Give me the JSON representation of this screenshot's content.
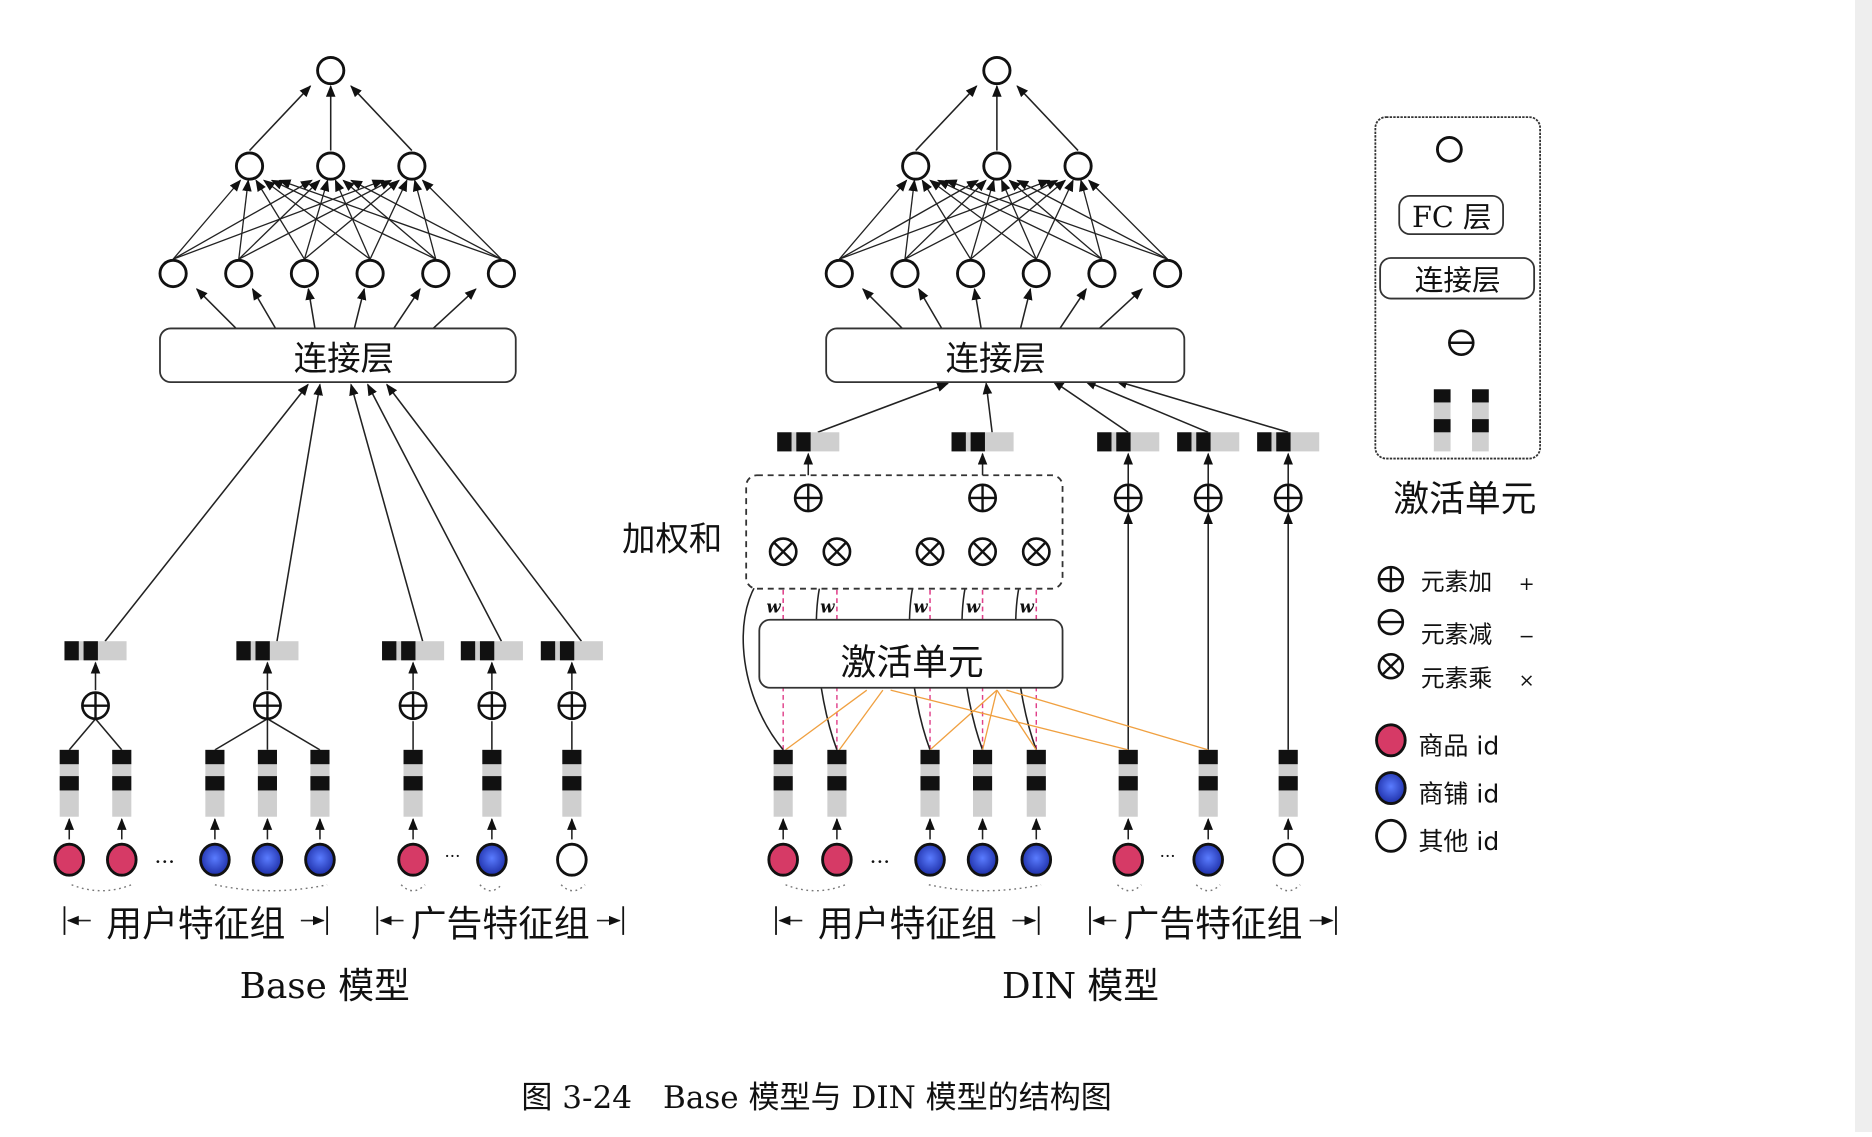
{
  "base_model": {
    "title": "Base 模型",
    "concat_label": "连接层",
    "user_group_label": "用户特征组",
    "ad_group_label": "广告特征组",
    "ellipsis": "···"
  },
  "din_model": {
    "title": "DIN 模型",
    "concat_label": "连接层",
    "weighted_sum_label": "加权和",
    "activation_unit_label": "激活单元",
    "weight_label": "w",
    "user_group_label": "用户特征组",
    "ad_group_label": "广告特征组",
    "ellipsis": "···"
  },
  "activation_unit_detail": {
    "title": "激活单元",
    "fc_label": "FC 层",
    "concat_label": "连接层"
  },
  "legend": {
    "ops": [
      {
        "icon": "circle-plus-icon",
        "label": "元素加",
        "symbol": "+"
      },
      {
        "icon": "circle-minus-icon",
        "label": "元素减",
        "symbol": "−"
      },
      {
        "icon": "circle-times-icon",
        "label": "元素乘",
        "symbol": "×"
      }
    ],
    "ids": [
      {
        "icon": "goods-id-node",
        "label": "商品 id",
        "color": "#d63a66"
      },
      {
        "icon": "shop-id-node",
        "label": "商铺 id",
        "color": "#2f48c8"
      },
      {
        "icon": "other-id-node",
        "label": "其他 id",
        "color": "#ffffff"
      }
    ]
  },
  "caption": "图 3-24　Base 模型与 DIN 模型的结构图",
  "colors": {
    "goods": "#d63a66",
    "shop": "#2f48c8",
    "other": "#ffffff",
    "weight": "#e0203a",
    "weight_dash": "#e0408a",
    "attention_line": "#f0a040",
    "ink": "#111111",
    "embed_gray": "#cfcfcf"
  }
}
